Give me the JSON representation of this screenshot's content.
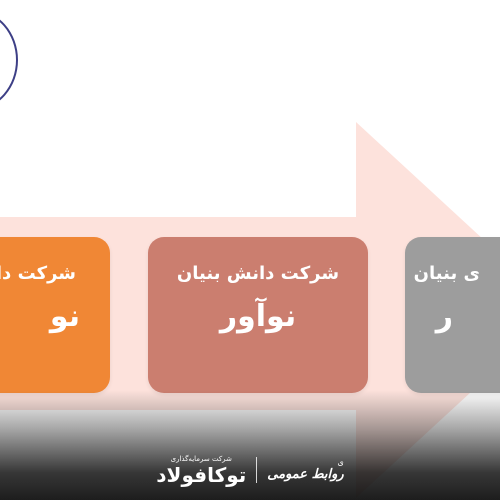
{
  "colors": {
    "arrow": "#fde2dc",
    "card_orange": "#f08735",
    "card_brown": "#cb7e6f",
    "card_gray": "#9d9d9d",
    "logo_ring": "#3d3f86"
  },
  "cards": [
    {
      "top": "شرکت دا",
      "main": "نو"
    },
    {
      "top": "شرکت دانش بنیان",
      "main": "نوآور"
    },
    {
      "top": "ی بنیان",
      "main": "ر"
    }
  ],
  "watermark": {
    "right_main": "روابط عمومی",
    "right_sub": "ی",
    "left_sub": "شرکت سرمایه‌گذاری",
    "left_main": "توکافولاد"
  }
}
